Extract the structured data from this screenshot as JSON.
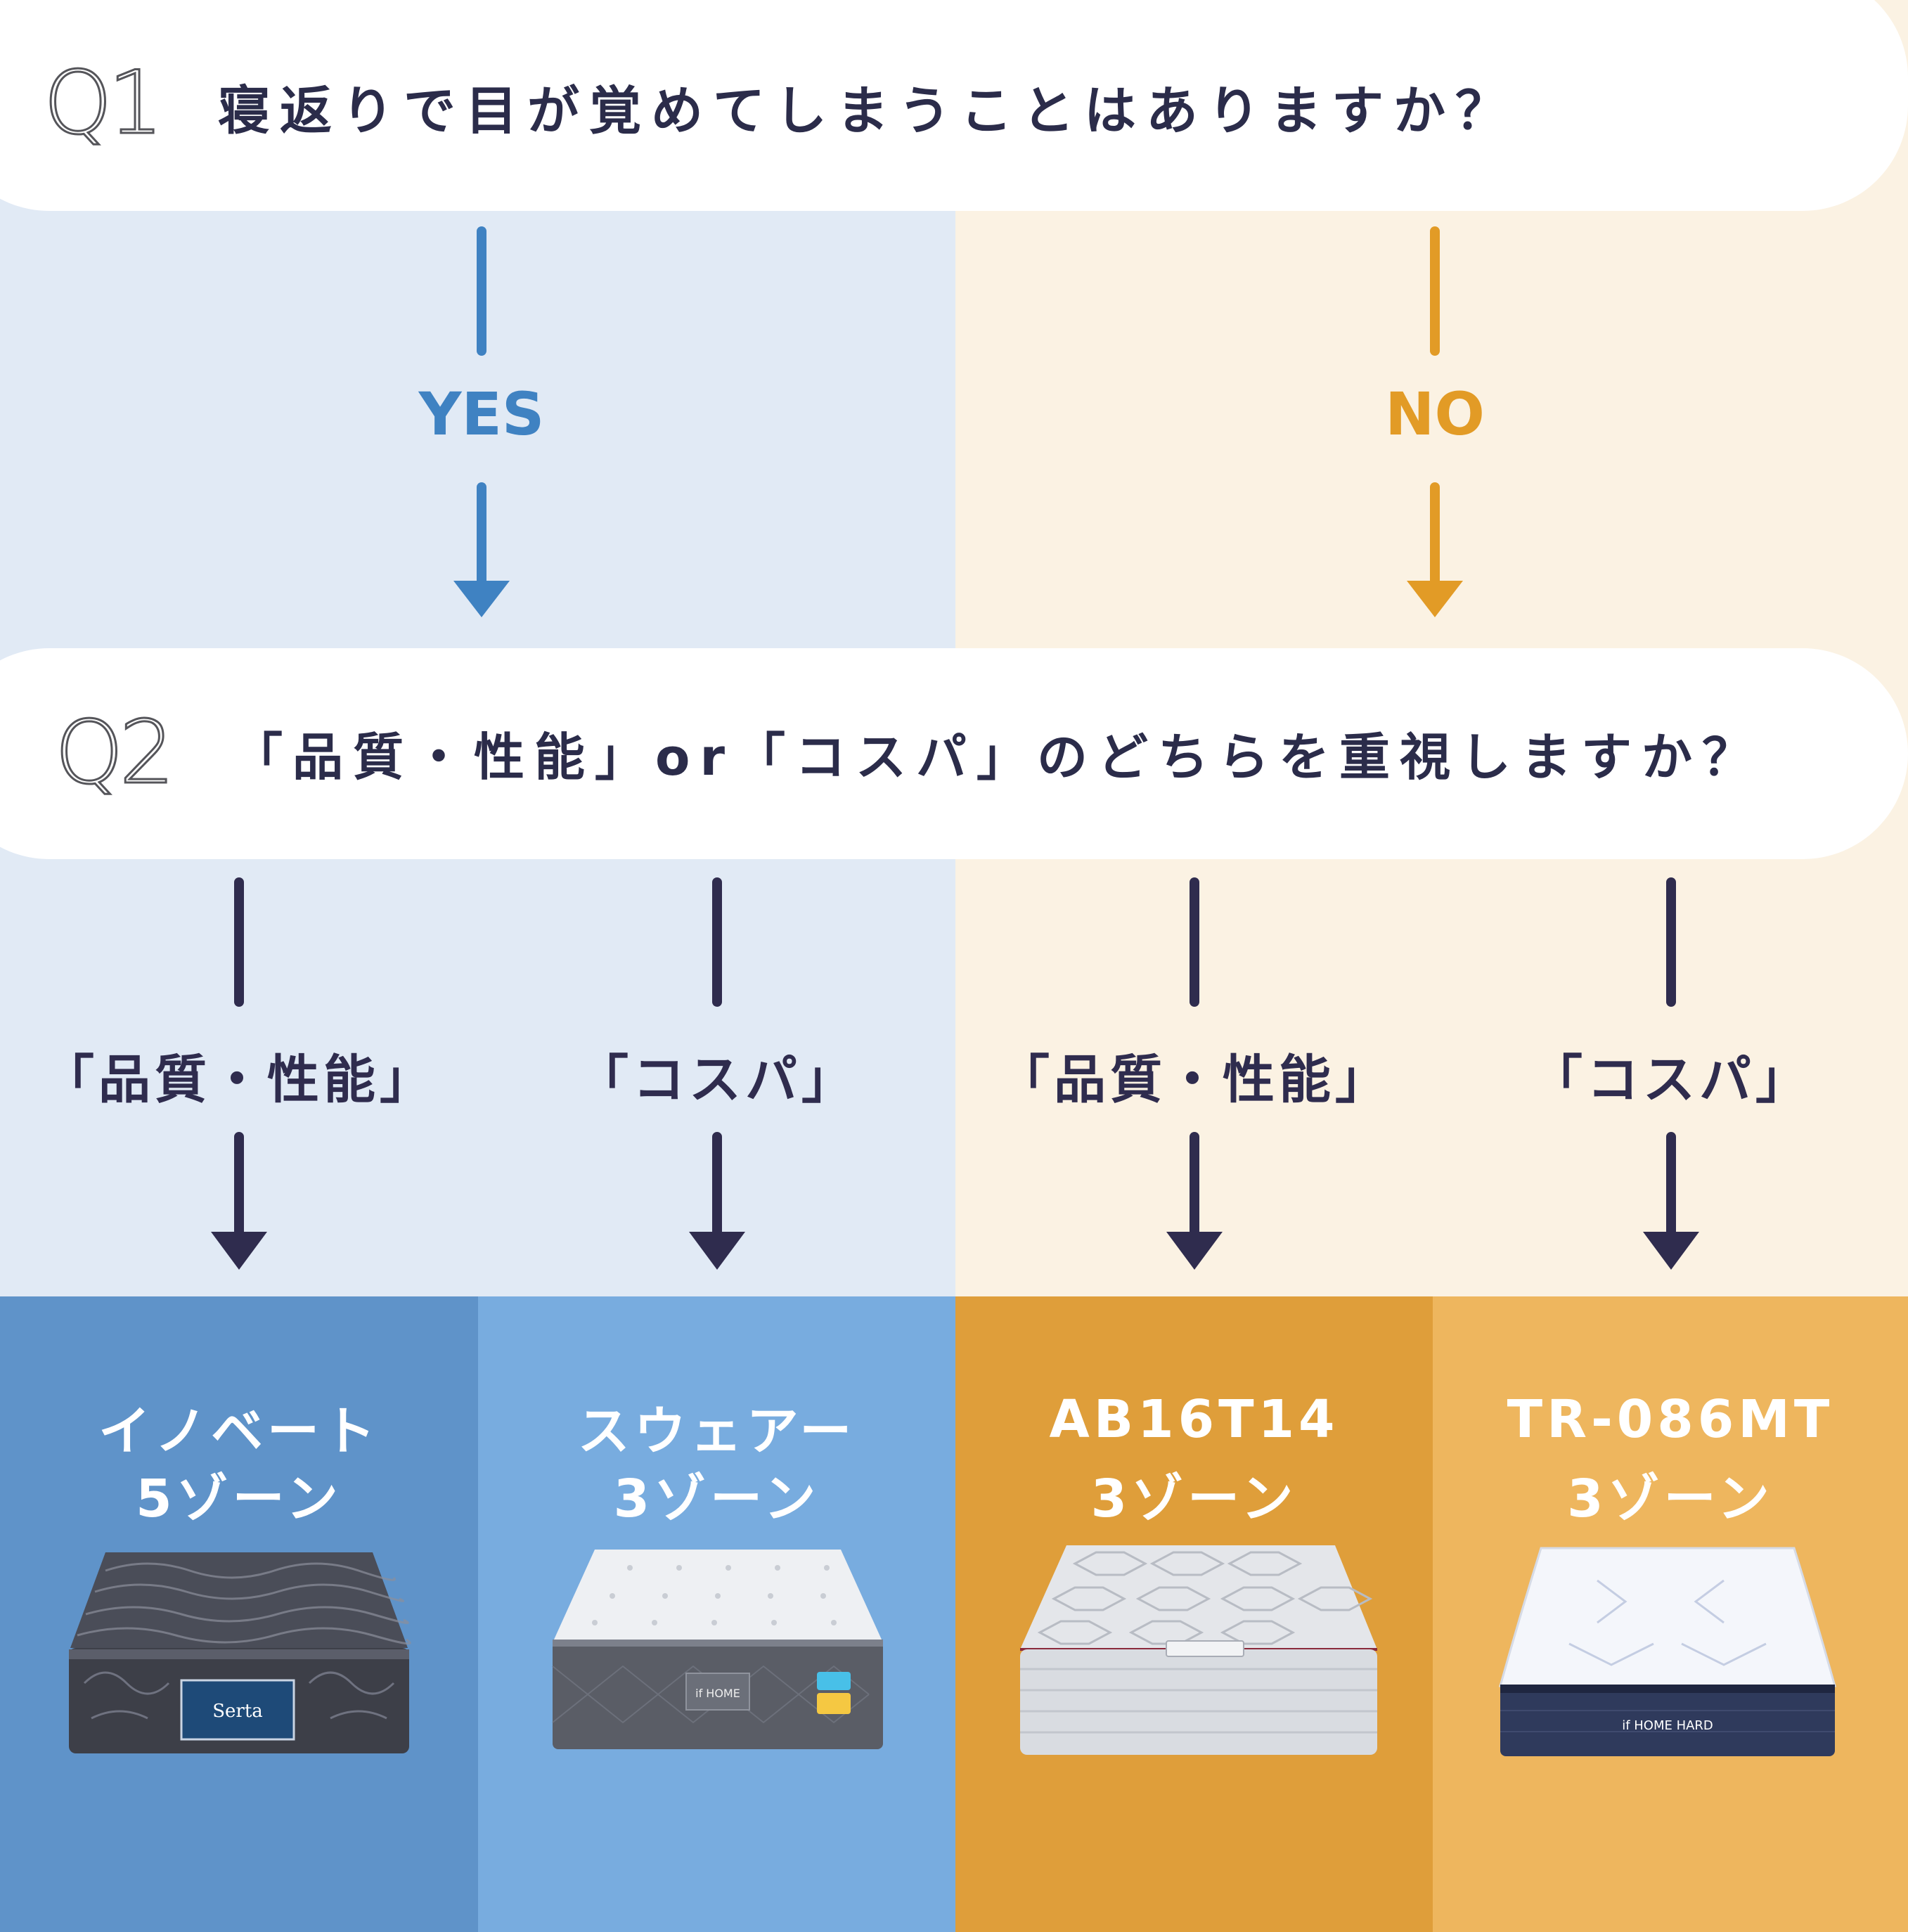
{
  "question1": {
    "label": "Q1",
    "text": "寝返りで目が覚めてしまうことはありますか？"
  },
  "question2": {
    "label": "Q2",
    "text": "「品質・性能」or「コスパ」のどちらを重視しますか？"
  },
  "answers": {
    "yes": "YES",
    "no": "NO"
  },
  "options": [
    "「品質・性能」",
    "「コスパ」",
    "「品質・性能」",
    "「コスパ」"
  ],
  "products": [
    {
      "line1": "イノベート",
      "line2": "5ゾーン",
      "brand": "Serta"
    },
    {
      "line1": "スウェアー",
      "line2": "3ゾーン",
      "brand": "if HOME"
    },
    {
      "line1": "AB16T14",
      "line2": "3ゾーン"
    },
    {
      "line1": "TR-086MT",
      "line2": "3ゾーン",
      "brand": "if HOME HARD"
    }
  ],
  "colors": {
    "yes_bg": "#e1eaf5",
    "no_bg": "#fbf2e3",
    "yes_accent": "#3f82c2",
    "no_accent": "#e29b26",
    "dark_arrow": "#2f2c4e",
    "product1_bg": "#5f93c9",
    "product2_bg": "#78acdf",
    "product3_bg": "#df9e3a",
    "product4_bg": "#eeb65e"
  }
}
